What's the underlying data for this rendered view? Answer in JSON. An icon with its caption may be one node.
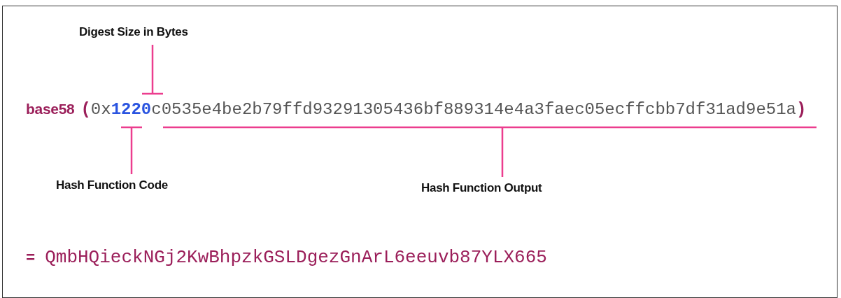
{
  "diagram": {
    "nodes": [
      {
        "text": [
          "Digest Size in Bytes"
        ]
      },
      {
        "text": [
          "Hash Function Code"
        ]
      },
      {
        "text": [
          "Hash Function Output"
        ]
      }
    ],
    "edges": [
      {
        "from": 0,
        "to": null,
        "arrow": "none"
      },
      {
        "from": 1,
        "to": null,
        "arrow": "none"
      },
      {
        "from": 2,
        "to": null,
        "arrow": "none"
      }
    ],
    "labels": [
      "base58",
      "(",
      "0x",
      "1220",
      "c0535e4be2b79ffd93291305436bf889314e4a3faec05ecffcbb7df31ad9e51a",
      ")",
      "=",
      "QmbHQieckNGj2KwBhpzkGSLDgezGnArL6eeuvb87YLX665"
    ]
  }
}
